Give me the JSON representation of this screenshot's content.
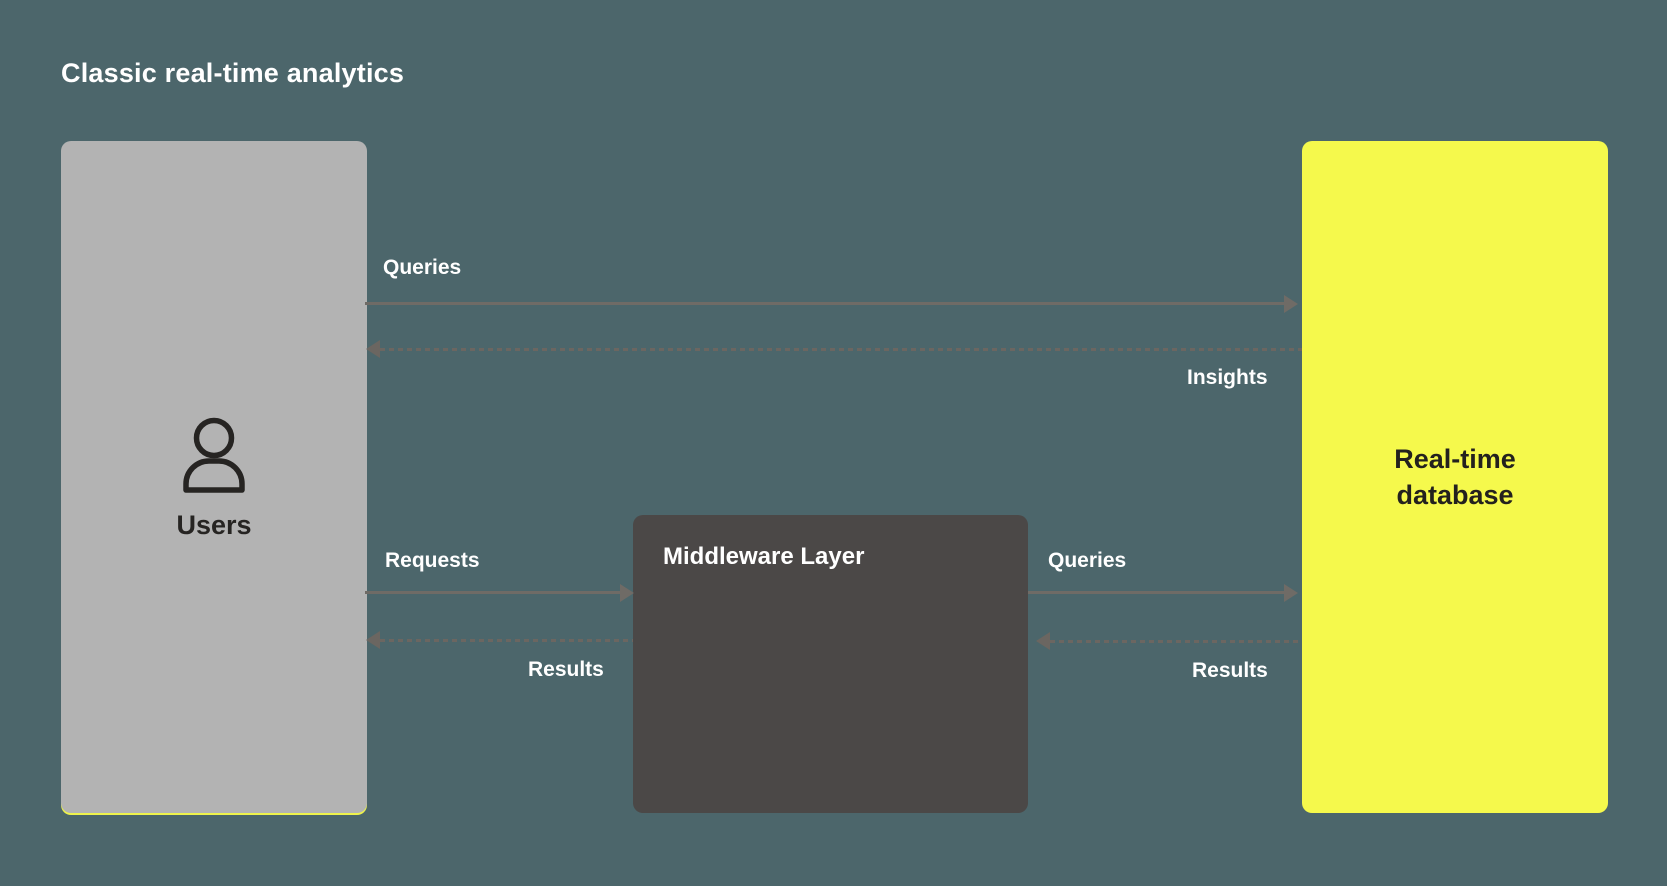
{
  "title": "Classic real-time analytics",
  "nodes": {
    "users": {
      "label": "Users",
      "icon": "user-icon"
    },
    "middleware": {
      "label": "Middleware Layer"
    },
    "database": {
      "label": "Real-time database"
    }
  },
  "arrows": [
    {
      "id": "queries-top",
      "label": "Queries",
      "from": "users",
      "to": "database",
      "style": "solid"
    },
    {
      "id": "insights",
      "label": "Insights",
      "from": "database",
      "to": "users",
      "style": "dashed"
    },
    {
      "id": "requests",
      "label": "Requests",
      "from": "users",
      "to": "middleware",
      "style": "solid"
    },
    {
      "id": "results-left",
      "label": "Results",
      "from": "middleware",
      "to": "users",
      "style": "dashed"
    },
    {
      "id": "queries-right",
      "label": "Queries",
      "from": "middleware",
      "to": "database",
      "style": "solid"
    },
    {
      "id": "results-right",
      "label": "Results",
      "from": "database",
      "to": "middleware",
      "style": "dashed"
    }
  ],
  "colors": {
    "background": "#4C666B",
    "users_box": "#B3B3B3",
    "middleware_box": "#4B4847",
    "database_box": "#F5F94C",
    "accent_underline": "#EEF34C",
    "arrow_solid": "#6F6B66",
    "arrow_dashed": "#6B6661",
    "label_text": "#FFFFFF",
    "dark_text": "#262422"
  }
}
